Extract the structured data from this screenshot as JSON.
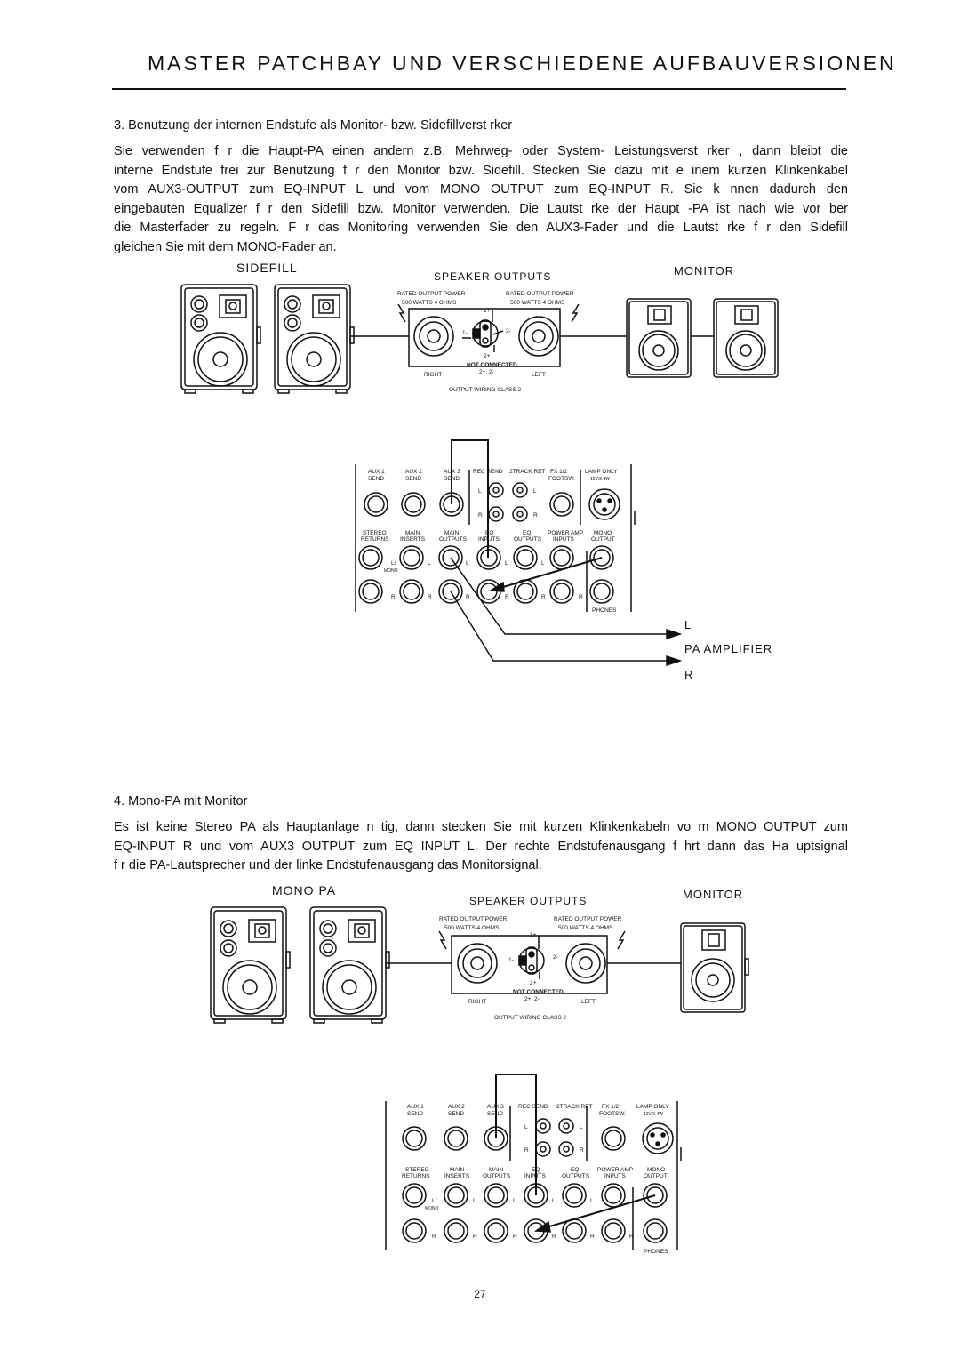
{
  "header": {
    "title": "MASTER PATCHBAY UND VERSCHIEDENE AUFBAUVERSIONEN"
  },
  "section3": {
    "heading": "3. Benutzung der internen Endstufe als Monitor- bzw. Sidefillverst rker",
    "lines": [
      "Sie verwenden f r die Haupt-PA einen andern z.B. Mehrweg- oder System- Leistungsverst rker , dann bleibt die",
      "interne Endstufe frei zur Benutzung f r den Monitor bzw. Sidefill. Stecken Sie dazu mit e inem kurzen Klinkenkabel",
      "vom AUX3-OUTPUT zum EQ-INPUT L und vom MONO OUTPUT zum EQ-INPUT R. Sie k nnen dadurch den",
      "eingebauten Equalizer f r den Sidefill bzw. Monitor verwenden. Die Lautst rke der Haupt -PA ist nach wie vor ber",
      "die Masterfader zu regeln. F r das Monitoring verwenden Sie den AUX3-Fader und die Lautst rke f r den Sidefill",
      "gleichen Sie mit dem MONO-Fader an."
    ]
  },
  "section4": {
    "heading": "4. Mono-PA mit Monitor",
    "lines": [
      "Es ist keine Stereo PA als Hauptanlage n tig, dann stecken Sie mit kurzen Klinkenkabeln vo m MONO OUTPUT zum",
      "EQ-INPUT R und vom AUX3 OUTPUT zum EQ INPUT L. Der rechte Endstufenausgang f hrt dann das Ha uptsignal",
      "f r die PA-Lautsprecher und der linke Endstufenausgang das Monitorsignal."
    ]
  },
  "diagram1": {
    "left_label": "SIDEFILL",
    "center_label": "SPEAKER OUTPUTS",
    "right_label": "MONITOR",
    "amp_label_l": "L",
    "amp_label_main": "PA AMPLIFIER",
    "amp_label_r": "R"
  },
  "diagram2": {
    "left_label": "MONO PA",
    "center_label": "SPEAKER OUTPUTS",
    "right_label": "MONITOR"
  },
  "speaker_panel": {
    "rated_left": "RATED OUTPUT POWER",
    "rated_right": "RATED OUTPUT POWER",
    "watts_left": "500 WATTS 4 OHMS",
    "watts_right": "500 WATTS 4 OHMS",
    "pin1": "1+",
    "pin1m": "1-",
    "pin2": "2-",
    "pin2p": "2+",
    "right": "RIGHT",
    "left": "LEFT",
    "not_connected": "NOT CONNECTED",
    "nc_pins": "2+, 2-",
    "wiring": "OUTPUT WIRING CLASS 2"
  },
  "patchbay": {
    "top_labels": [
      {
        "l1": "AUX 1",
        "l2": "SEND"
      },
      {
        "l1": "AUX 2",
        "l2": "SEND"
      },
      {
        "l1": "AUX 3",
        "l2": "SEND"
      },
      {
        "l1": "REC SEND",
        "l2": ""
      },
      {
        "l1": "2TRACK RET",
        "l2": ""
      },
      {
        "l1": "FX 1/2",
        "l2": "FOOTSW."
      },
      {
        "l1": "LAMP ONLY",
        "l2": "12V/2.4W"
      }
    ],
    "bottom_labels": [
      {
        "l1": "STEREO",
        "l2": "RETURNS"
      },
      {
        "l1": "MAIN",
        "l2": "INSERTS"
      },
      {
        "l1": "MAIN",
        "l2": "OUTPUTS"
      },
      {
        "l1": "EQ",
        "l2": "INPUTS"
      },
      {
        "l1": "EQ",
        "l2": "OUTPUTS"
      },
      {
        "l1": "POWER AMP",
        "l2": "INPUTS"
      },
      {
        "l1": "MONO",
        "l2": "OUTPUT"
      }
    ],
    "l": "L",
    "r": "R",
    "l_mono": "L/",
    "mono": "MONO",
    "phones": "PHONES"
  },
  "footer": {
    "page_number": "27"
  }
}
